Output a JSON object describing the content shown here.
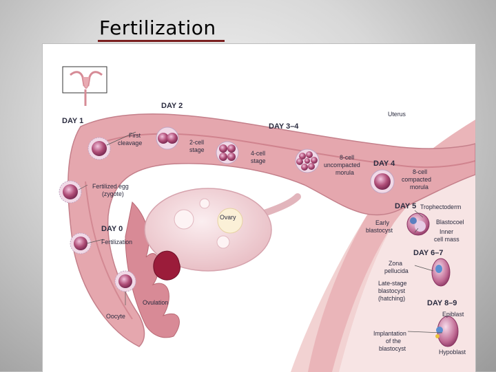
{
  "title": "Fertilization",
  "colors": {
    "tube": "#e5a7ae",
    "tube_inner": "#c16b78",
    "uterus_wall": "#e7b3b5",
    "cell": "#b04e78",
    "label": "#2a2b3f",
    "title_underline": "#7a1f1f"
  },
  "labels": {
    "day1": "DAY 1",
    "day2": "DAY 2",
    "day3_4": "DAY 3–4",
    "day4": "DAY 4",
    "day5": "DAY 5",
    "day6_7": "DAY 6–7",
    "day8_9": "DAY 8–9",
    "day0": "DAY 0",
    "uterus": "Uterus",
    "first_cleavage_1": "First",
    "first_cleavage_2": "cleavage",
    "two_cell_1": "2-cell",
    "two_cell_2": "stage",
    "four_cell_1": "4-cell",
    "four_cell_2": "stage",
    "eight_uncomp_1": "8-cell",
    "eight_uncomp_2": "uncompacted",
    "eight_uncomp_3": "morula",
    "eight_comp_1": "8-cell",
    "eight_comp_2": "compacted",
    "eight_comp_3": "morula",
    "zygote_1": "Fertilized egg",
    "zygote_2": "(zygote)",
    "ovary": "Ovary",
    "fertilization": "Fertilization",
    "ovulation": "Ovulation",
    "oocyte": "Oocyte",
    "trophectoderm": "Trophectoderm",
    "blastocoel": "Blastocoel",
    "inner_mass_1": "Inner",
    "inner_mass_2": "cell mass",
    "early_blast_1": "Early",
    "early_blast_2": "blastocyst",
    "zona_1": "Zona",
    "zona_2": "pellucida",
    "late_blast_1": "Late-stage",
    "late_blast_2": "blastocyst",
    "late_blast_3": "(hatching)",
    "implant_1": "Implantation",
    "implant_2": "of the",
    "implant_3": "blastocyst",
    "epiblast": "Epiblast",
    "hypoblast": "Hypoblast"
  }
}
